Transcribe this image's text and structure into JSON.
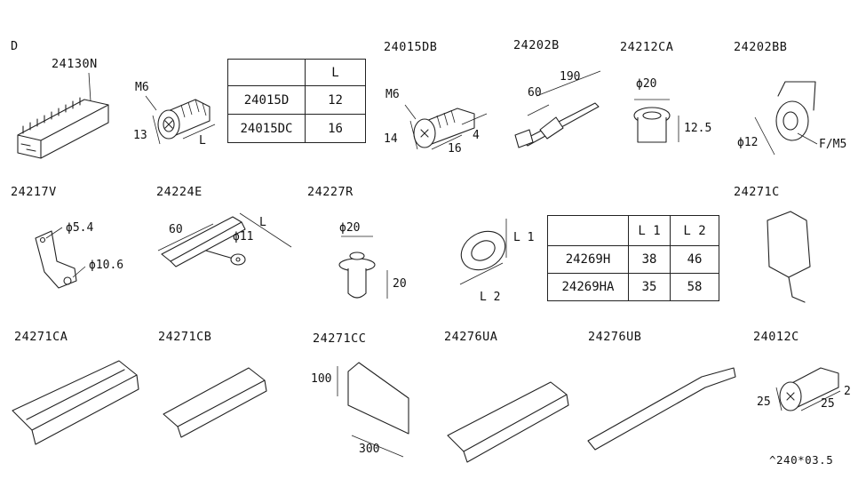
{
  "section": "D",
  "parts": [
    {
      "id": "p24130N",
      "label": "24130N"
    },
    {
      "id": "p24015DB",
      "label": "24015DB"
    },
    {
      "id": "p24202B",
      "label": "24202B"
    },
    {
      "id": "p24212CA",
      "label": "24212CA"
    },
    {
      "id": "p24202BB",
      "label": "24202BB"
    },
    {
      "id": "p24217V",
      "label": "24217V"
    },
    {
      "id": "p24224E",
      "label": "24224E"
    },
    {
      "id": "p24227R",
      "label": "24227R"
    },
    {
      "id": "p24271C",
      "label": "24271C"
    },
    {
      "id": "p24271CA",
      "label": "24271CA"
    },
    {
      "id": "p24271CB",
      "label": "24271CB"
    },
    {
      "id": "p24271CC",
      "label": "24271CC"
    },
    {
      "id": "p24276UA",
      "label": "24276UA"
    },
    {
      "id": "p24276UB",
      "label": "24276UB"
    },
    {
      "id": "p24012C",
      "label": "24012C"
    }
  ],
  "dims": {
    "bolt1_thread": "M6",
    "bolt1_13": "13",
    "bolt1_L": "L",
    "bolt2_thread": "M6",
    "bolt2_14": "14",
    "bolt2_16": "16",
    "bolt2_4": "4",
    "tie_60": "60",
    "tie_190": "190",
    "nut_dia": "ϕ20",
    "nut_h": "12.5",
    "clip_dia": "ϕ12",
    "clip_thread": "F/M5",
    "br_54": "ϕ5.4",
    "br_106": "ϕ10.6",
    "cl_60": "60",
    "cl_11": "ϕ11",
    "cl_L": "L",
    "pc_dia": "ϕ20",
    "pc_20": "20",
    "gr_L1": "L 1",
    "gr_L2": "L 2",
    "pad_100": "100",
    "pad_300": "300",
    "b3_25a": "25",
    "b3_25b": "25",
    "b3_2": "2"
  },
  "table1": {
    "header": "L",
    "rows": [
      {
        "part": "24015D",
        "value": "12"
      },
      {
        "part": "24015DC",
        "value": "16"
      }
    ]
  },
  "table2": {
    "headers": [
      "L 1",
      "L 2"
    ],
    "rows": [
      {
        "part": "24269H",
        "l1": "38",
        "l2": "46"
      },
      {
        "part": "24269HA",
        "l1": "35",
        "l2": "58"
      }
    ]
  },
  "footer": "^240*03.5"
}
